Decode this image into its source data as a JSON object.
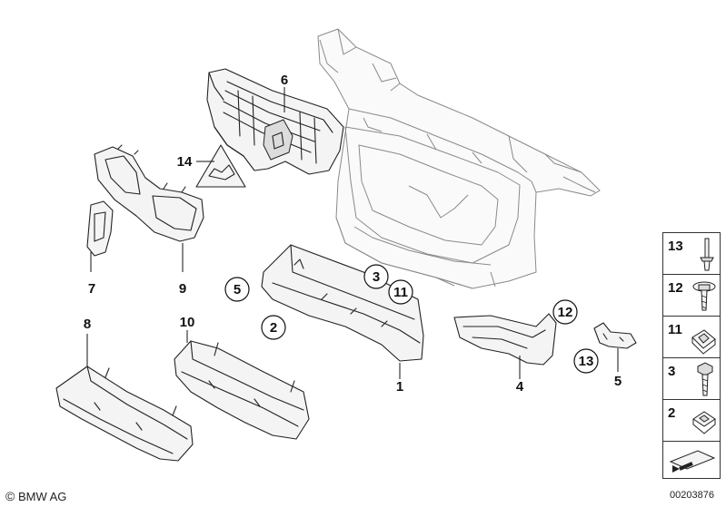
{
  "callouts": {
    "c1": "1",
    "c2": "2",
    "c3": "3",
    "c4": "4",
    "c5a": "5",
    "c5b": "5",
    "c6": "6",
    "c7": "7",
    "c8": "8",
    "c9": "9",
    "c10": "10",
    "c11": "11",
    "c12": "12",
    "c13": "13",
    "c14": "14"
  },
  "legend": [
    {
      "number": "13",
      "icon": "push-rivet-icon"
    },
    {
      "number": "12",
      "icon": "screw-with-washer-icon"
    },
    {
      "number": "11",
      "icon": "clip-nut-icon"
    },
    {
      "number": "3",
      "icon": "screw-icon"
    },
    {
      "number": "2",
      "icon": "spring-nut-icon"
    },
    {
      "number": "",
      "icon": "direction-arrow-icon"
    }
  ],
  "footer": {
    "copyright_symbol": "©",
    "copyright_text": "BMW AG",
    "drawing_number": "00203876"
  },
  "colors": {
    "line": "#222222",
    "ghost": "#8a8a8a",
    "background": "#ffffff"
  }
}
